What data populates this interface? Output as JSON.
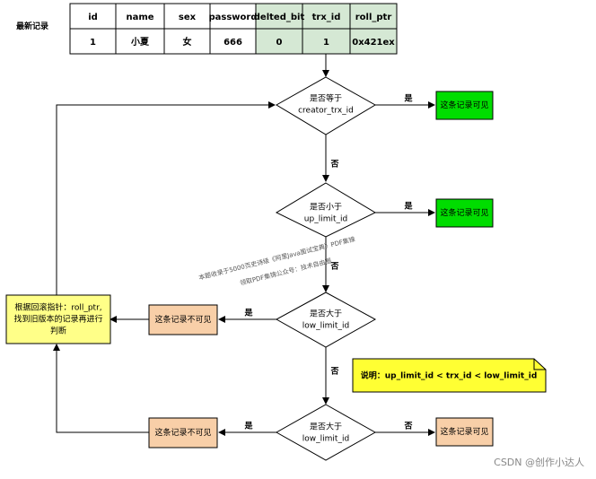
{
  "record_label": "最新记录",
  "table": {
    "headers": [
      "id",
      "name",
      "sex",
      "password",
      "delted_bit",
      "trx_id",
      "roll_ptr"
    ],
    "row": [
      "1",
      "小夏",
      "女",
      "666",
      "0",
      "1",
      "0x421ex"
    ],
    "colors": {
      "normal": "#ffffff",
      "highlight": "#d5e8d4"
    }
  },
  "decisions": {
    "d1": {
      "line1": "是否等于",
      "line2": "creator_trx_id"
    },
    "d2": {
      "line1": "是否小于",
      "line2": "up_limit_id"
    },
    "d3": {
      "line1": "是否大于",
      "line2": "low_limit_id"
    },
    "d4": {
      "line1": "是否大于",
      "line2": "low_limit_id"
    }
  },
  "boxes": {
    "visible1": "这条记录可见",
    "visible2": "这条记录可见",
    "invisible3": "这条记录不可见",
    "invisible4": "这条记录不可见",
    "visible4": "这条记录可见"
  },
  "rollback_box": {
    "line1": "根据回滚指针：roll_ptr,",
    "line2": "找到旧版本的记录再进行",
    "line3": "判断"
  },
  "edge_labels": {
    "yes": "是",
    "no": "否"
  },
  "note": "说明：up_limit_id < trx_id < low_limit_id",
  "watermark": {
    "line1": "本题收录于5000页史诗级《阿里Java面试宝典》PDF集锦",
    "line2": "领取PDF集锦公众号：技术自由圈"
  },
  "credit": "CSDN @创作小达人",
  "colors": {
    "visible": "#00dd00",
    "invisible": "#f8cfa8",
    "rollback": "#ffff88",
    "note": "#ffff33"
  }
}
